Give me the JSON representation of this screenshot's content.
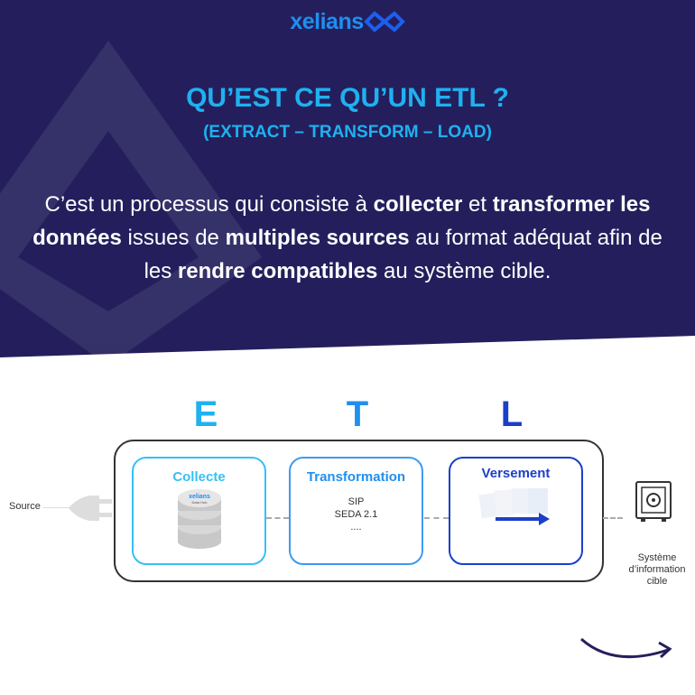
{
  "brand": {
    "name": "xelians",
    "colors": {
      "navy": "#241f5c",
      "cyan": "#1fb1f0",
      "blue": "#1f8ff0",
      "dark_blue": "#1c3fc9"
    }
  },
  "header": {
    "title": "QU’EST CE QU’UN ETL ?",
    "subtitle": "(EXTRACT – TRANSFORM – LOAD)"
  },
  "intro": {
    "parts": [
      "C’est un processus qui consiste à ",
      "collecter",
      " et ",
      "transformer",
      " ",
      "les données",
      " issues de ",
      "multiples sources",
      " au format adéquat afin de les ",
      "rendre compatibles",
      " au système cible."
    ]
  },
  "diagram": {
    "letters": [
      "E",
      "T",
      "L"
    ],
    "source_label": "Source",
    "steps": [
      {
        "title": "Collecte",
        "logo": "xelians",
        "logo_sub": "Data Hub"
      },
      {
        "title": "Transformation",
        "lines": [
          "SIP",
          "SEDA 2.1",
          "...."
        ]
      },
      {
        "title": "Versement"
      }
    ],
    "target_label": [
      "Système",
      "d’information",
      "cible"
    ]
  }
}
